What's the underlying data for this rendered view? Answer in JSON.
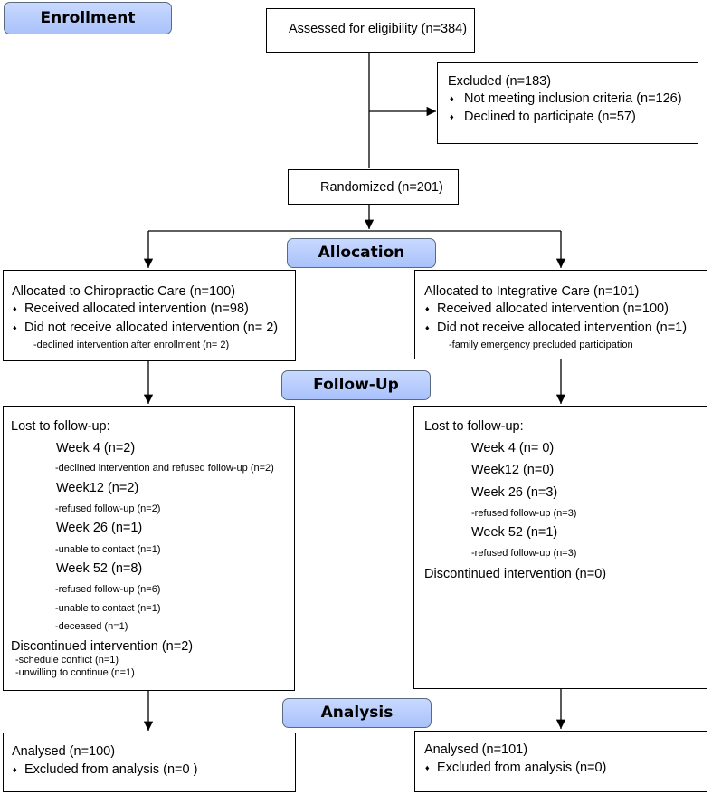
{
  "stages": {
    "enrollment": "Enrollment",
    "allocation": "Allocation",
    "follow_up": "Follow-Up",
    "analysis": "Analysis"
  },
  "assessed": "Assessed for eligibility (n=384)",
  "excluded": {
    "title": "Excluded (n=183)",
    "items": [
      "Not meeting inclusion criteria (n=126)",
      "Declined to participate (n=57)"
    ]
  },
  "randomized": "Randomized (n=201)",
  "bullet": "♦",
  "left": {
    "allocation": {
      "title": "Allocated to Chiropractic Care (n=100)",
      "received": "Received allocated intervention (n=98)",
      "not_received": "Did not receive allocated intervention (n= 2)",
      "note": "-declined intervention after enrollment (n= 2)"
    },
    "followup": {
      "title": "Lost to follow-up:",
      "w4": "Week 4 (n=2)",
      "w4_note": "-declined intervention and refused follow-up (n=2)",
      "w12": "Week12 (n=2)",
      "w12_note": "-refused follow-up (n=2)",
      "w26": "Week 26 (n=1)",
      "w26_note": "-unable to contact (n=1)",
      "w52": "Week 52 (n=8)",
      "w52_note1": "-refused follow-up (n=6)",
      "w52_note2": "-unable to contact (n=1)",
      "w52_note3": "-deceased (n=1)",
      "discontinued": "Discontinued intervention (n=2)",
      "disc_note1": "-schedule conflict (n=1)",
      "disc_note2": "-unwilling to continue (n=1)"
    },
    "analysis": {
      "title": "Analysed (n=100)",
      "excluded": "Excluded from analysis (n=0 )"
    }
  },
  "right": {
    "allocation": {
      "title": "Allocated to Integrative Care (n=101)",
      "received": "Received allocated intervention (n=100)",
      "not_received": "Did not receive allocated intervention (n=1)",
      "note": "-family emergency precluded participation"
    },
    "followup": {
      "title": "Lost to follow-up:",
      "w4": "Week 4 (n= 0)",
      "w12": "Week12 (n=0)",
      "w26": "Week 26 (n=3)",
      "w26_note": "-refused follow-up (n=3)",
      "w52": "Week 52 (n=1)",
      "w52_note": "-refused follow-up (n=3)",
      "discontinued": "Discontinued intervention (n=0)"
    },
    "analysis": {
      "title": "Analysed (n=101)",
      "excluded": "Excluded from analysis (n=0)"
    }
  }
}
